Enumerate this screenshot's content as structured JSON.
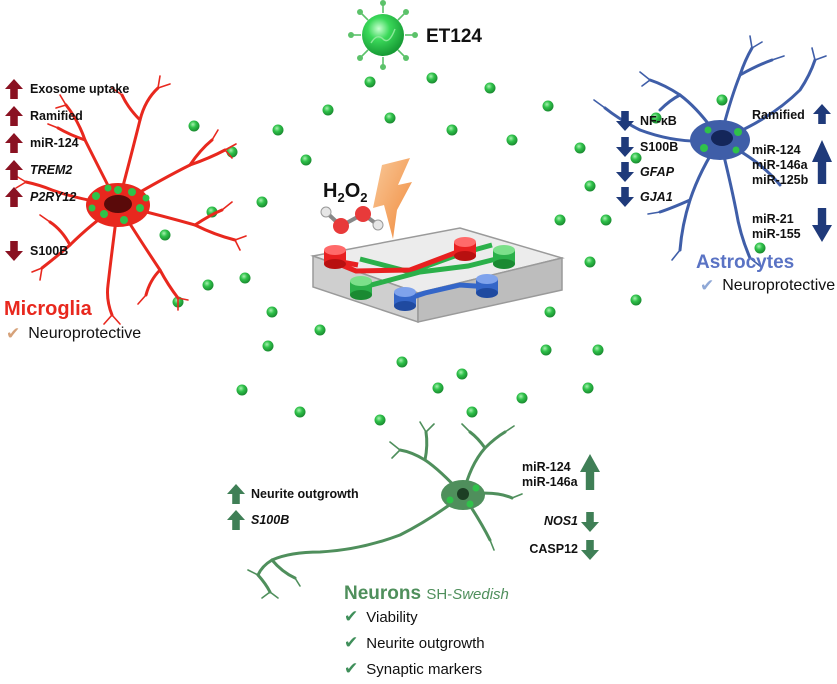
{
  "center": {
    "particle_label": "ET124",
    "oxidant_main": "H",
    "oxidant_sub1": "2",
    "oxidant_mid": "O",
    "oxidant_sub2": "2"
  },
  "microglia": {
    "name": "Microglia",
    "effect": "Neuroprotective",
    "items": [
      {
        "text": "Exosome uptake",
        "dir": "up",
        "italic": false
      },
      {
        "text": "Ramified",
        "dir": "up",
        "italic": false
      },
      {
        "text": "miR-124",
        "dir": "up",
        "italic": false
      },
      {
        "text": "TREM2",
        "dir": "up",
        "italic": true
      },
      {
        "text": "P2RY12",
        "dir": "up",
        "italic": true
      },
      {
        "text": "S100B",
        "dir": "down",
        "italic": false
      }
    ]
  },
  "astrocytes": {
    "name": "Astrocytes",
    "effect": "Neuroprotective",
    "down_items": [
      {
        "text": "NF-κB",
        "italic": false
      },
      {
        "text": "S100B",
        "italic": false
      },
      {
        "text": "GFAP",
        "italic": true
      },
      {
        "text": "GJA1",
        "italic": true
      }
    ],
    "ramified": "Ramified",
    "up_group": [
      "miR-124",
      "miR-146a",
      "miR-125b"
    ],
    "down_group": [
      "miR-21",
      "miR-155"
    ]
  },
  "neurons": {
    "name": "Neurons",
    "line": "SH-",
    "line_italic": "Swedish",
    "left_items": [
      {
        "text": "Neurite outgrowth",
        "italic": false
      },
      {
        "text": "S100B",
        "italic": true
      }
    ],
    "up_group": [
      "miR-124",
      "miR-146a"
    ],
    "down_items": [
      {
        "text": "NOS1",
        "italic": true
      },
      {
        "text": "CASP12",
        "italic": false
      }
    ],
    "effects": [
      "Viability",
      "Neurite outgrowth",
      "Synaptic markers"
    ]
  },
  "colors": {
    "microglia": "#e8281e",
    "microglia_arrow": "#8a1222",
    "astro_cell": "#3f5ea8",
    "astro_arrow": "#1f3a7a",
    "astro_label": "#5a73c4",
    "neuron_cell": "#4f8f5c",
    "neuron_arrow": "#3f7f56",
    "check_micro": "#d6a27a",
    "check_astro": "#8fa8d6",
    "check_neuron": "#3f8f5a",
    "dot": "#2fbf4a"
  }
}
